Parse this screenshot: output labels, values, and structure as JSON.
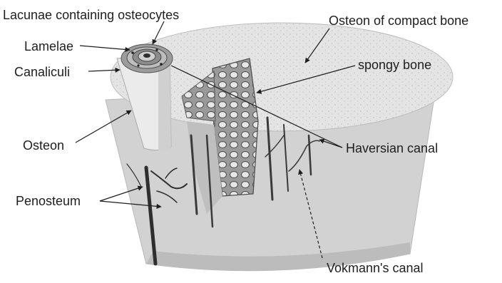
{
  "diagram": {
    "labels": {
      "lacunae": "Lacunae containing osteocytes",
      "lamelae": "Lamelae",
      "canaliculi": "Canaliculi",
      "osteon": "Osteon",
      "periosteum": "Penosteum",
      "compact_osteon": "Osteon of compact bone",
      "spongy_bone": "spongy bone",
      "haversian_canal": "Haversian canal",
      "volkmann_canal": "Vokmann's canal"
    },
    "colors": {
      "bone_light": "#e6e6e6",
      "bone_mid": "#c8c8c8",
      "bone_dark": "#8a8a8a",
      "vessel": "#3a3a3a",
      "line": "#1e1e1e"
    }
  }
}
